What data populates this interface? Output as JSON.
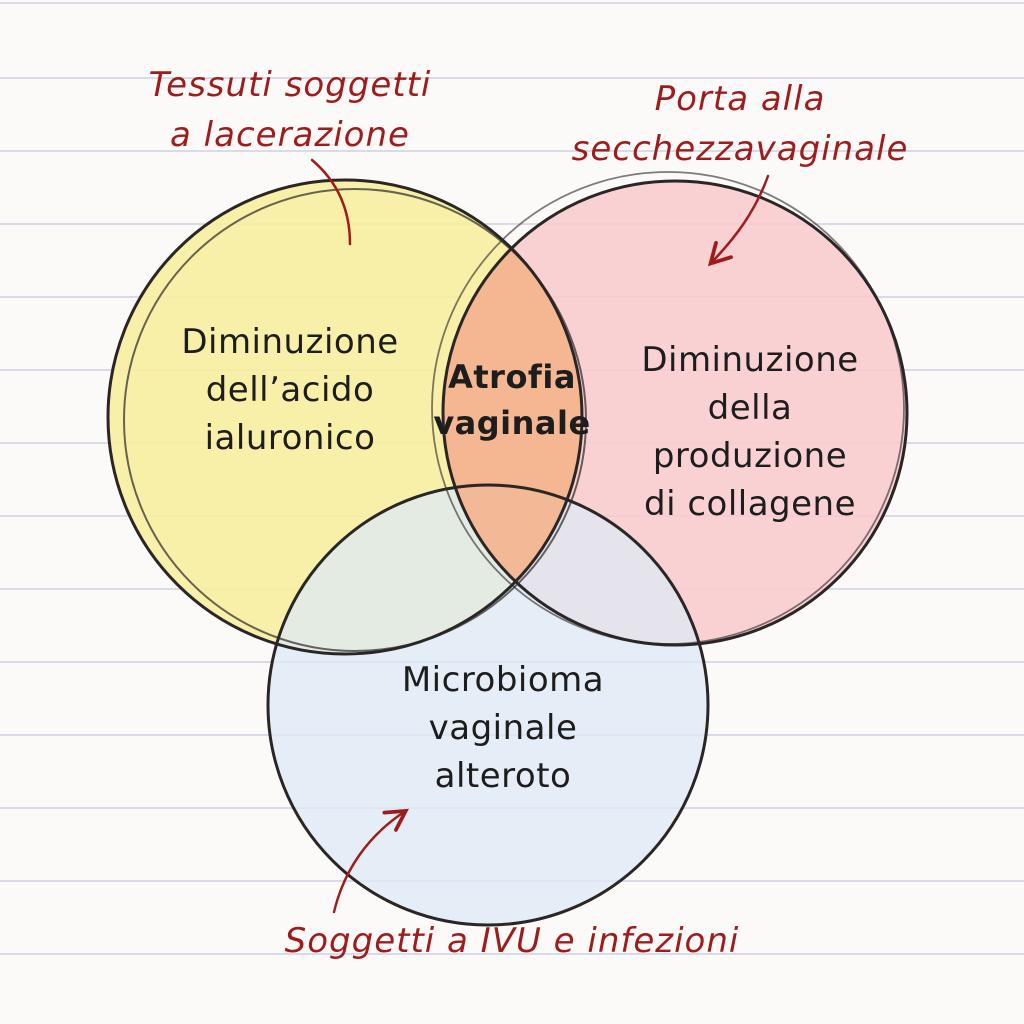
{
  "colors": {
    "yellow_fill": "#f7eda0",
    "pink_fill": "#f9c9cd",
    "blue_fill": "#dde9f5",
    "center_fill": "#f4b38c",
    "outline": "#2a2626",
    "annotation": "#9e1c1c",
    "paper": "#fbfaf8",
    "ruled_line": "#d9dbe6"
  },
  "diagram": {
    "left_circle": {
      "text": "Diminuzione\ndell’acido\nialuronico"
    },
    "right_circle": {
      "text": "Diminuzione\ndella\nproduzione\ndi collagene"
    },
    "bottom_circle": {
      "text": "Microbioma\nvaginale\nalteroto"
    },
    "center": {
      "text": "Atrofia\nvaginale"
    }
  },
  "annotations": {
    "top_left": {
      "text": "Tessuti soggetti\na lacerazione"
    },
    "top_right": {
      "text": "Porta alla\nsecchezzavaginale"
    },
    "bottom": {
      "text": "Soggetti a IVU e infezioni"
    }
  }
}
